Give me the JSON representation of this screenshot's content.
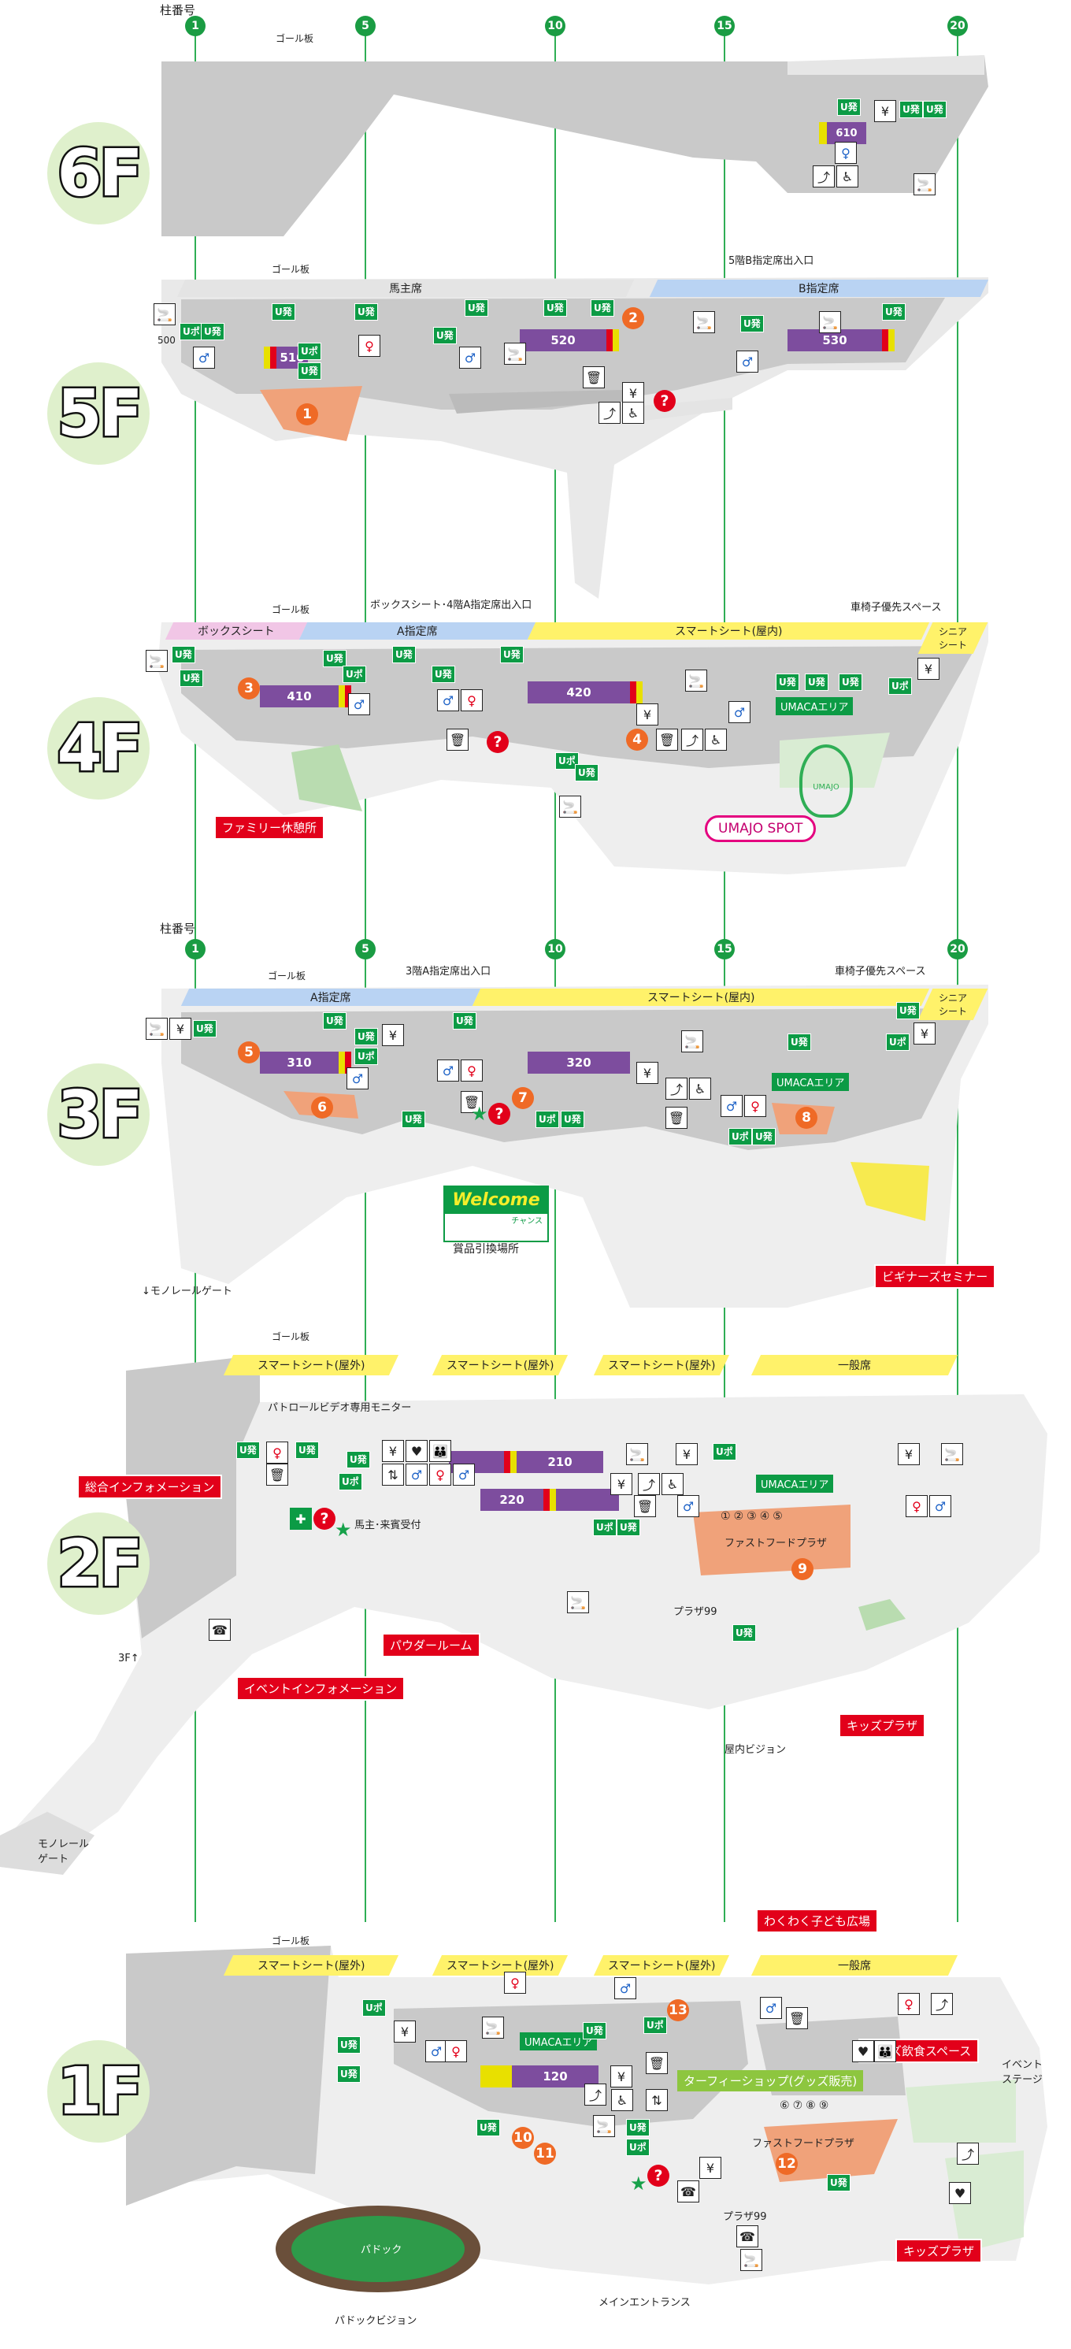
{
  "pillar_heading": "柱番号",
  "pillar_numbers": [
    "1",
    "5",
    "10",
    "15",
    "20"
  ],
  "floors": [
    "6F",
    "5F",
    "4F",
    "3F",
    "2F",
    "1F"
  ],
  "icons": {
    "u_hatsu": "U発",
    "u_po": "Uポ",
    "question": "?",
    "restroom_icon": "restroom-icon",
    "smoking_icon": "smoking-icon",
    "atm_icon": "atm-icon",
    "wheelchair_icon": "wheelchair-icon",
    "trash_icon": "trash-icon",
    "elevator_icon": "elevator-icon",
    "stairs_icon": "stairs-icon",
    "nursing_icon": "nursing-icon",
    "phone_icon": "phone-icon",
    "first_aid_icon": "first-aid-icon",
    "star_icon": "star-icon"
  },
  "colors": {
    "accent_green": "#0c9b45",
    "red_label": "#e2001a",
    "orange_number": "#ef6a26",
    "floor_gray": "#c9c9c9"
  },
  "f6": {
    "goal": "ゴール板",
    "room": "610"
  },
  "f5": {
    "goal": "ゴール板",
    "owner_seats": "馬主席",
    "b_seat": "B指定席",
    "b_entrance": "5階B指定席出入口",
    "rooms": [
      "500",
      "510",
      "520",
      "530"
    ],
    "numbers": [
      "1",
      "2"
    ]
  },
  "f4": {
    "goal": "ゴール板",
    "box_seat": "ボックスシート",
    "a_seat": "A指定席",
    "box_entrance": "ボックスシート･4階A指定席出入口",
    "smart_indoor": "スマートシート(屋内)",
    "wheelchair_space": "車椅子優先スペース",
    "senior_seat": "シニア\nシート",
    "rooms": [
      "410",
      "420"
    ],
    "umaca_area": "UMACAエリア",
    "umajo": "UMAJO",
    "umajo_spot": "UMAJO SPOT",
    "family_rest": "ファミリー休憩所",
    "numbers": [
      "3",
      "4"
    ]
  },
  "f3": {
    "pillar_heading": "柱番号",
    "goal": "ゴール板",
    "a_seat": "A指定席",
    "a_entrance": "3階A指定席出入口",
    "smart_indoor": "スマートシート(屋内)",
    "wheelchair_space": "車椅子優先スペース",
    "senior_seat": "シニア\nシート",
    "rooms": [
      "310",
      "320"
    ],
    "umaca_area": "UMACAエリア",
    "welcome": "Welcome",
    "welcome_sub": "チャンス",
    "prize_exchange": "賞品引換場所",
    "beginners": "ビギナーズセミナー",
    "monorail_gate": "↓モノレールゲート",
    "numbers": [
      "5",
      "6",
      "7",
      "8"
    ]
  },
  "f2": {
    "goal": "ゴール板",
    "smart_outdoor": [
      "スマートシート(屋外)",
      "スマートシート(屋外)",
      "スマートシート(屋外)"
    ],
    "general_seat": "一般席",
    "patrol_monitor": "パトロールビデオ専用モニター",
    "general_info": "総合インフォメーション",
    "owner_reception": "馬主･来賓受付",
    "rooms": [
      "210",
      "220"
    ],
    "umaca_area": "UMACAエリア",
    "fastfood_nums": [
      "①",
      "②",
      "③",
      "④",
      "⑤"
    ],
    "fastfood": "ファストフードプラザ",
    "powder_room": "パウダールーム",
    "plaza99": "プラザ99",
    "event_info": "イベントインフォメーション",
    "indoor_vision": "屋内ビジョン",
    "kids_plaza": "キッズプラザ",
    "monorail_gate": "モノレール\nゲート",
    "up_3f": "3F↑",
    "numbers": [
      "9"
    ]
  },
  "f1": {
    "goal": "ゴール板",
    "smart_outdoor": [
      "スマートシート(屋外)",
      "スマートシート(屋外)",
      "スマートシート(屋外)"
    ],
    "general_seat": "一般席",
    "kids_square": "わくわく子ども広場",
    "umaca_area": "UMACAエリア",
    "room": "120",
    "turfy_shop": "ターフィーショップ(グッズ販売)",
    "kids_dining": "キッズ飲食スペース",
    "event_stage": "イベント\nステージ",
    "fastfood_nums": [
      "⑥",
      "⑦",
      "⑧",
      "⑨"
    ],
    "fastfood": "ファストフードプラザ",
    "plaza99": "プラザ99",
    "kids_plaza": "キッズプラザ",
    "paddock": "パドック",
    "paddock_vision": "パドックビジョン",
    "main_entrance": "メインエントランス",
    "numbers": [
      "10",
      "11",
      "12",
      "13"
    ]
  }
}
